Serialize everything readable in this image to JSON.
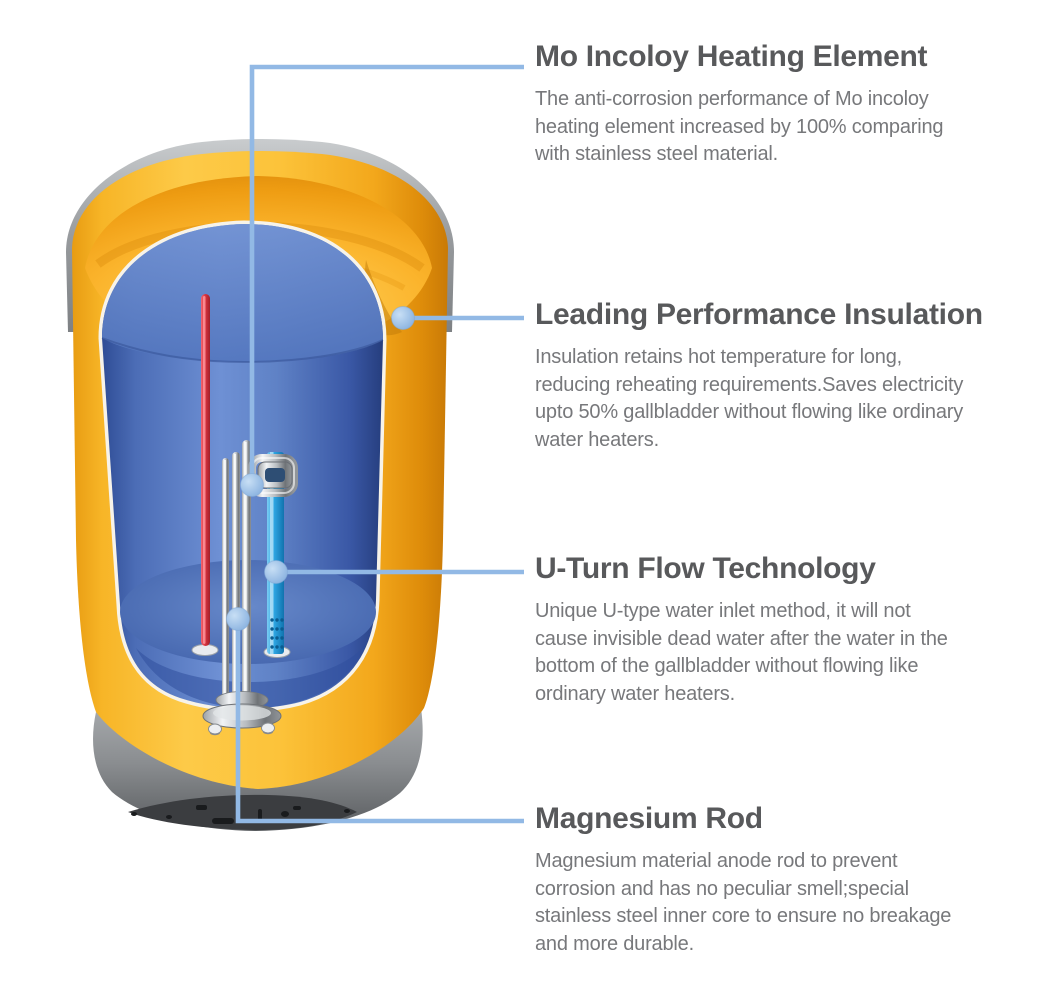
{
  "page": {
    "background_color": "#FFFFFF"
  },
  "palette": {
    "callout_line": "#92B9E5",
    "callout_dot": "#A9CBEE",
    "title_color": "#58595B",
    "body_color": "#77787B",
    "shell_yellow": "#FBBB2E",
    "shell_amber_shadow": "#E8940F",
    "tank_blue": "#5C80C2",
    "tank_blue_dark": "#2F4F9C",
    "inlet_pipe_blue": "#2FA9E4",
    "rod_red": "#D5323E",
    "chrome_gray": "#C9CCCF",
    "rim_gray": "#9A9DA0",
    "base_dark": "#3B3D40"
  },
  "illustration": {
    "name": "water-heater-cutaway",
    "parts": [
      "top-rim",
      "outer-shell",
      "insulation-layer",
      "inner-tank",
      "red-rod",
      "heating-element-tubes",
      "water-inlet-pipe",
      "bottom-flange",
      "base"
    ]
  },
  "features": [
    {
      "id": "heating-element",
      "title": "Mo Incoloy Heating Element",
      "body_lines": [
        "The anti-corrosion performance of Mo incoloy",
        "heating element increased by 100% comparing",
        "with stainless steel material."
      ]
    },
    {
      "id": "insulation",
      "title": "Leading Performance Insulation",
      "body_lines": [
        "Insulation retains hot temperature for long,",
        "reducing reheating requirements.Saves electricity",
        "upto 50% gallbladder without flowing like ordinary",
        "water heaters."
      ]
    },
    {
      "id": "u-turn-flow",
      "title": "U-Turn Flow Technology",
      "body_lines": [
        "Unique U-type water inlet method, it will not",
        "cause invisible dead water after the water in the",
        "bottom of the gallbladder without flowing like",
        "ordinary water heaters."
      ]
    },
    {
      "id": "magnesium-rod",
      "title": "Magnesium Rod",
      "body_lines": [
        "Magnesium material anode rod to prevent",
        " corrosion and has no peculiar smell;special",
        "stainless steel inner core to ensure no breakage",
        "and more durable."
      ]
    }
  ]
}
